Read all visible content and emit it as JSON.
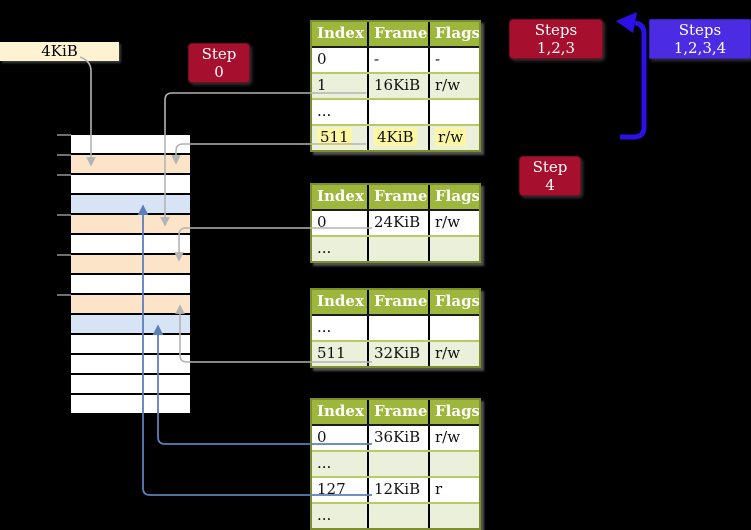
{
  "labels": {
    "page_size_box": "4KiB",
    "step0_badge": "Step 0",
    "steps123_badge": "Steps 1,2,3",
    "steps1234_badge": "Steps 1,2,3,4",
    "step4_badge": "Step 4"
  },
  "tables": [
    {
      "header": [
        "Index",
        "Frame",
        "Flags"
      ],
      "rows": [
        {
          "cells": [
            "0",
            "-",
            "-"
          ],
          "shaded": false,
          "highlighted": false
        },
        {
          "cells": [
            "1",
            "16KiB",
            "r/w"
          ],
          "shaded": true,
          "highlighted": false
        },
        {
          "cells": [
            "...",
            "",
            ""
          ],
          "shaded": false,
          "highlighted": false
        },
        {
          "cells": [
            "511",
            "4KiB",
            "r/w"
          ],
          "shaded": true,
          "highlighted": true
        }
      ]
    },
    {
      "header": [
        "Index",
        "Frame",
        "Flags"
      ],
      "rows": [
        {
          "cells": [
            "0",
            "24KiB",
            "r/w"
          ],
          "shaded": false,
          "highlighted": false
        },
        {
          "cells": [
            "...",
            "",
            ""
          ],
          "shaded": true,
          "highlighted": false
        }
      ]
    },
    {
      "header": [
        "Index",
        "Frame",
        "Flags"
      ],
      "rows": [
        {
          "cells": [
            "...",
            "",
            ""
          ],
          "shaded": false,
          "highlighted": false
        },
        {
          "cells": [
            "511",
            "32KiB",
            "r/w"
          ],
          "shaded": true,
          "highlighted": false
        }
      ]
    },
    {
      "header": [
        "Index",
        "Frame",
        "Flags"
      ],
      "rows": [
        {
          "cells": [
            "0",
            "36KiB",
            "r/w"
          ],
          "shaded": false,
          "highlighted": false
        },
        {
          "cells": [
            "...",
            "",
            ""
          ],
          "shaded": true,
          "highlighted": false
        },
        {
          "cells": [
            "127",
            "12KiB",
            "r"
          ],
          "shaded": false,
          "highlighted": false
        },
        {
          "cells": [
            "...",
            "",
            ""
          ],
          "shaded": true,
          "highlighted": false
        }
      ]
    }
  ],
  "memory_column": {
    "rows": [
      "white",
      "orange",
      "white",
      "blue",
      "orange",
      "white",
      "orange",
      "white",
      "orange",
      "blue",
      "white",
      "white",
      "white",
      "white"
    ]
  },
  "colors": {
    "background": "#000000",
    "table_header_green": "#9cb73b",
    "table_shaded_row": "#eaf0da",
    "table_border_green": "#7d8f2b",
    "highlight_yellow": "#fdf7a3",
    "memory_orange": "#fce4c9",
    "memory_blue": "#d7e4f5",
    "badge_red": "#a60f2e",
    "badge_blue_violet": "#4b2ce2",
    "connector_gray": "#b4b4b4",
    "connector_steel_blue": "#5b7fba",
    "bold_arrow_blue": "#2b10e8",
    "page_size_box_cream": "#fdf3d3"
  }
}
